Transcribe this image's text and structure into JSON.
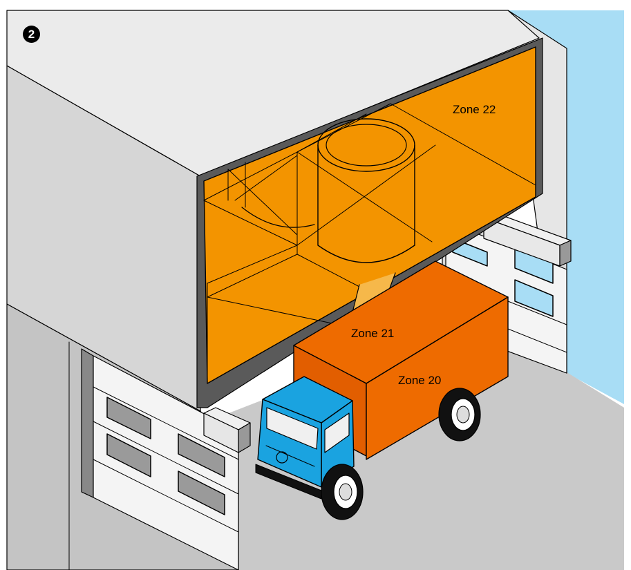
{
  "step_badge": "2",
  "labels": {
    "zone_22": "Zone 22",
    "zone_21": "Zone 21",
    "zone_20": "Zone 20"
  },
  "colors": {
    "zone_22_fill": "#f39400",
    "zone_20_fill": "#ee6b00",
    "truck_cab": "#1aa3e0",
    "sky": "#a8ddf5",
    "wall_light": "#ebebeb",
    "wall_mid": "#d6d6d6",
    "ground": "#c9c9c9"
  }
}
